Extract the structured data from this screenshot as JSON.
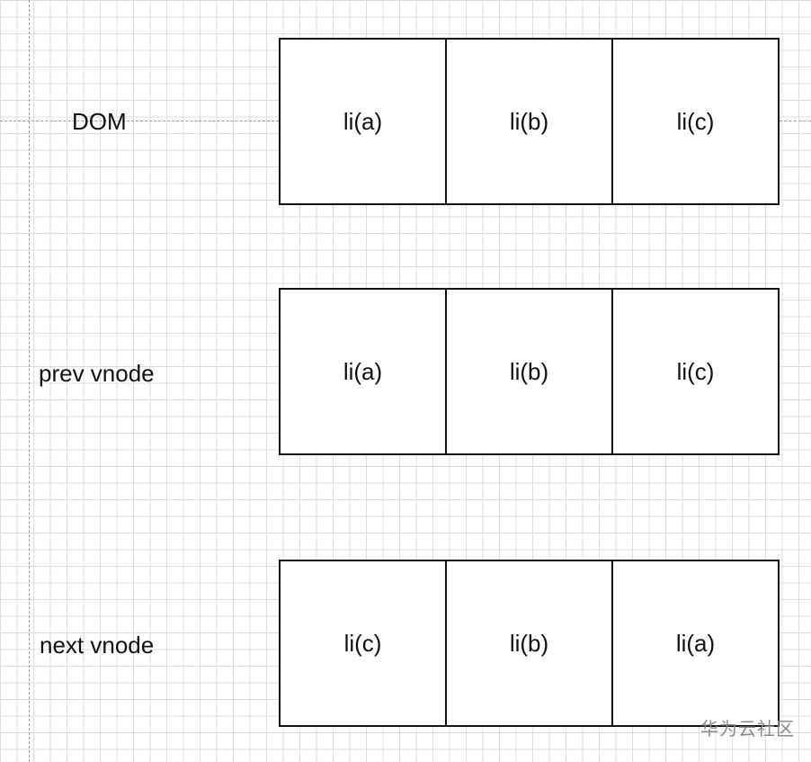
{
  "rows": [
    {
      "label": "DOM",
      "cells": [
        "li(a)",
        "li(b)",
        "li(c)"
      ]
    },
    {
      "label": "prev vnode",
      "cells": [
        "li(a)",
        "li(b)",
        "li(c)"
      ]
    },
    {
      "label": "next vnode",
      "cells": [
        "li(c)",
        "li(b)",
        "li(a)"
      ]
    }
  ],
  "watermark": "华为云社区",
  "colors": {
    "grid_minor": "#dcdcdc",
    "grid_major": "#c8c8c8",
    "guide": "#9a9a9a",
    "stroke": "#111111",
    "watermark": "#8c8c8c"
  }
}
